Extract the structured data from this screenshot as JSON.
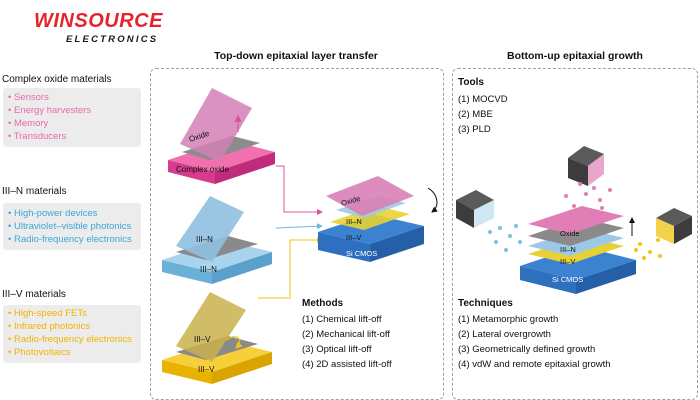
{
  "logo": {
    "main": "WINSOURCE",
    "sub": "ELECTRONICS"
  },
  "colors": {
    "pink": "#e0519a",
    "light_blue": "#6bb8de",
    "yellow": "#f2c21a",
    "si_blue": "#2e6fbf",
    "grey": "#8a8a8a",
    "red_logo": "#e4232b"
  },
  "categories": [
    {
      "title": "Complex oxide materials",
      "color": "#e86aa8",
      "items": [
        "Sensors",
        "Energy harvesters",
        "Memory",
        "Transducers"
      ]
    },
    {
      "title": "III–N materials",
      "color": "#3aa6d8",
      "items": [
        "High-power devices",
        "Ultraviolet–visible photonics",
        "Radio-frequency electronics"
      ]
    },
    {
      "title": "III–V materials",
      "color": "#f0b400",
      "items": [
        "High-speed FETs",
        "Infrared photonics",
        "Radio-frequency electronics",
        "Photovoltaics"
      ]
    }
  ],
  "left_panel": {
    "title": "Top-down epitaxial layer transfer",
    "labels": {
      "oxide": "Oxide",
      "complex_oxide": "Complex oxide",
      "iii_n": "III–N",
      "iii_v": "III–V",
      "si_cmos": "Si CMOS"
    },
    "methods": {
      "title": "Methods",
      "items": [
        "(1) Chemical lift-off",
        "(2) Mechanical lift-off",
        "(3) Optical lift-off",
        "(4) 2D assisted lift-off"
      ]
    }
  },
  "right_panel": {
    "title": "Bottom-up epitaxial growth",
    "tools": {
      "title": "Tools",
      "items": [
        "(1) MOCVD",
        "(2) MBE",
        "(3) PLD"
      ]
    },
    "techniques": {
      "title": "Techniques",
      "items": [
        "(1) Metamorphic growth",
        "(2) Lateral overgrowth",
        "(3) Geometrically defined growth",
        "(4) vdW and remote epitaxial growth"
      ]
    }
  }
}
